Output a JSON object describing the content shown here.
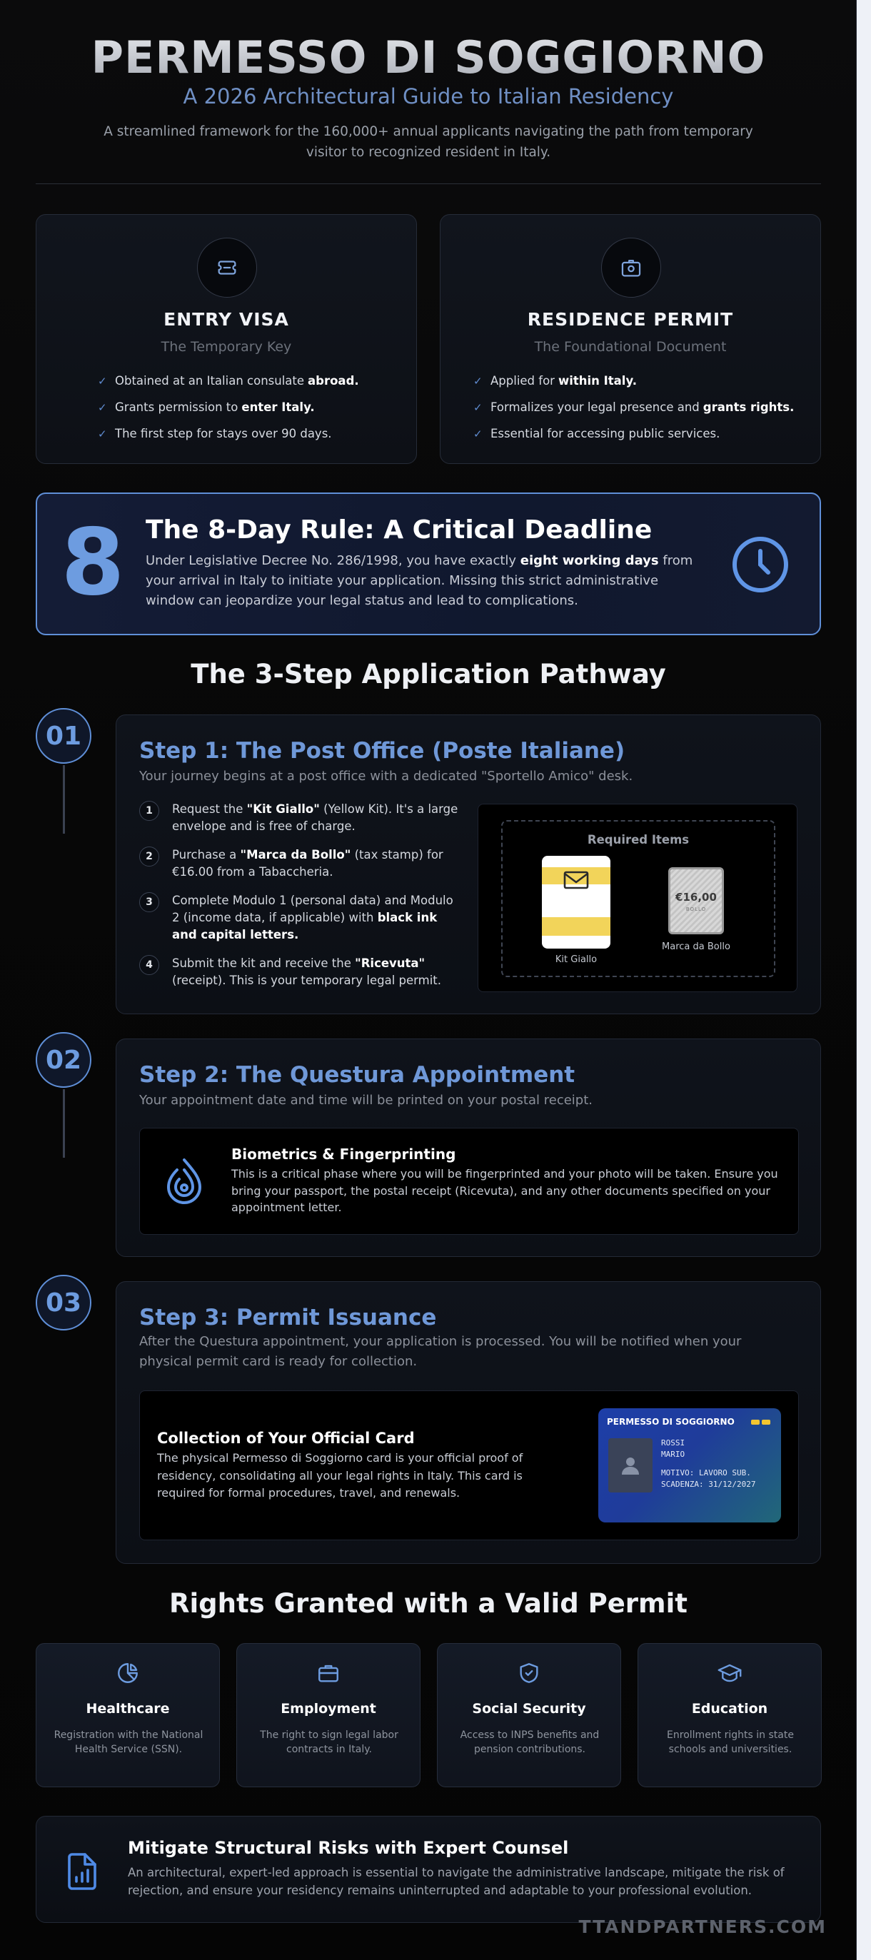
{
  "header": {
    "title": "PERMESSO DI SOGGIORNO",
    "subtitle": "A 2026 Architectural Guide to Italian Residency",
    "description": "A streamlined framework for the 160,000+ annual applicants navigating the path from temporary visitor to recognized resident in Italy."
  },
  "comparison": [
    {
      "icon": "ticket-icon",
      "title": "ENTRY VISA",
      "subtitle": "The Temporary Key",
      "items": [
        {
          "text": "Obtained at an Italian consulate",
          "bold": "abroad."
        },
        {
          "text": "Grants permission to",
          "bold": "enter Italy."
        },
        {
          "text": "The first step for stays over 90 days.",
          "bold": ""
        }
      ]
    },
    {
      "icon": "id-badge-icon",
      "title": "RESIDENCE PERMIT",
      "subtitle": "The Foundational Document",
      "items": [
        {
          "text": "Applied for",
          "bold": "within Italy."
        },
        {
          "text": "Formalizes your legal presence and",
          "bold": "grants rights."
        },
        {
          "text": "Essential for accessing public services.",
          "bold": ""
        }
      ]
    }
  ],
  "rule": {
    "number": "8",
    "title": "The 8-Day Rule: A Critical Deadline",
    "text_before": "Under Legislative Decree No. 286/1998, you have exactly ",
    "text_bold": "eight working days",
    "text_after": " from your arrival in Italy to initiate your application. Missing this strict administrative window can jeopardize your legal status and lead to complications."
  },
  "pathway_title": "The 3-Step Application Pathway",
  "steps": [
    {
      "badge": "01",
      "title": "Step 1: The Post Office (Poste Italiane)",
      "subtitle": "Your journey begins at a post office with a dedicated \"Sportello Amico\" desk.",
      "list": [
        {
          "num": "1",
          "a": "Request the ",
          "b": "\"Kit Giallo\"",
          "c": " (Yellow Kit). It's a large envelope and is free of charge."
        },
        {
          "num": "2",
          "a": "Purchase a ",
          "b": "\"Marca da Bollo\"",
          "c": " (tax stamp) for €16.00 from a Tabaccheria."
        },
        {
          "num": "3",
          "a": "Complete Modulo 1 (personal data) and Modulo 2 (income data, if applicable) with ",
          "b": "black ink and capital letters.",
          "c": ""
        },
        {
          "num": "4",
          "a": "Submit the kit and receive the ",
          "b": "\"Ricevuta\"",
          "c": " (receipt). This is your temporary legal permit."
        }
      ],
      "required": {
        "title": "Required Items",
        "kit_label": "Kit Giallo",
        "stamp_value": "€16,00",
        "stamp_sub": "BOLLO",
        "stamp_label": "Marca da Bollo"
      }
    },
    {
      "badge": "02",
      "title": "Step 2: The Questura Appointment",
      "subtitle": "Your appointment date and time will be printed on your postal receipt.",
      "panel_title": "Biometrics & Fingerprinting",
      "panel_text": "This is a critical phase where you will be fingerprinted and your photo will be taken. Ensure you bring your passport, the postal receipt (Ricevuta), and any other documents specified on your appointment letter."
    },
    {
      "badge": "03",
      "title": "Step 3: Permit Issuance",
      "subtitle": "After the Questura appointment, your application is processed. You will be notified when your physical permit card is ready for collection.",
      "panel_title": "Collection of Your Official Card",
      "panel_text": "The physical Permesso di Soggiorno card is your official proof of residency, consolidating all your legal rights in Italy. This card is required for formal procedures, travel, and renewals.",
      "card": {
        "title": "PERMESSO DI SOGGIORNO",
        "surname": "ROSSI",
        "name": "MARIO",
        "motivo": "MOTIVO: LAVORO SUB.",
        "scadenza": "SCADENZA: 31/12/2027"
      }
    }
  ],
  "rights_title": "Rights Granted with a Valid Permit",
  "rights": [
    {
      "icon": "pie-chart-icon",
      "title": "Healthcare",
      "text": "Registration with the National Health Service (SSN)."
    },
    {
      "icon": "briefcase-icon",
      "title": "Employment",
      "text": "The right to sign legal labor contracts in Italy."
    },
    {
      "icon": "shield-check-icon",
      "title": "Social Security",
      "text": "Access to INPS benefits and pension contributions."
    },
    {
      "icon": "graduation-icon",
      "title": "Education",
      "text": "Enrollment rights in state schools and universities."
    }
  ],
  "cta": {
    "title": "Mitigate Structural Risks with Expert Counsel",
    "text": "An architectural, expert-led approach is essential to navigate the administrative landscape, mitigate the risk of rejection, and ensure your residency remains uninterrupted and adaptable to your professional evolution."
  },
  "brand": "TTANDPARTNERS.COM",
  "colors": {
    "accent": "#6d9ce0",
    "kit_yellow": "#f2d45a",
    "card_blue": "#1d3ea8"
  }
}
